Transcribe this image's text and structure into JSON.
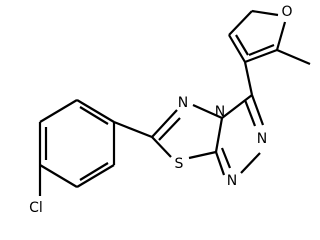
{
  "atoms": {
    "oxygen": "O",
    "nitrogen_top": "N",
    "nitrogen_bridge": "N",
    "nitrogen_right": "N",
    "nitrogen_bottom": "N",
    "sulfur": "S",
    "chlorine": "Cl"
  },
  "colors": {
    "bond": "#000000",
    "label": "#000000",
    "background": "#ffffff"
  }
}
